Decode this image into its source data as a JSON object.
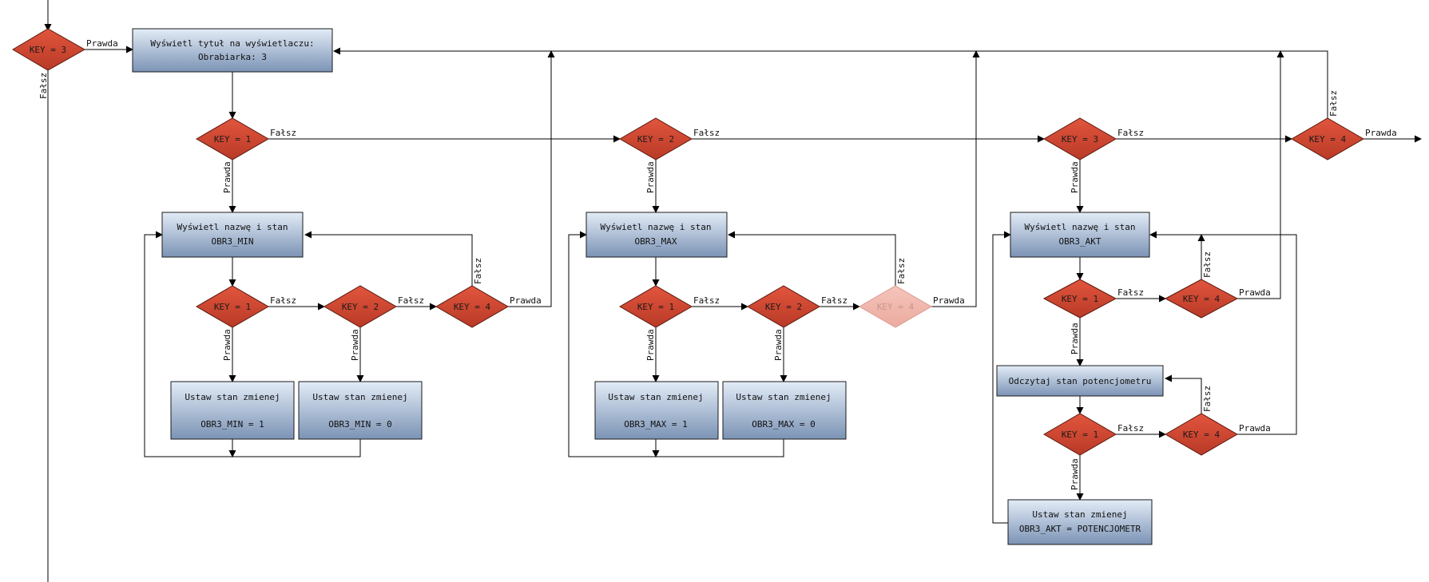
{
  "diagram": {
    "title_box": {
      "line1": "Wyświetl tytuł na wyświetlaczu:",
      "line2": "Obrabiarka: 3"
    },
    "entry": {
      "key3": "KEY = 3",
      "true": "Prawda",
      "false": "Fałsz"
    },
    "top_chain": {
      "key1": "KEY = 1",
      "key2": "KEY = 2",
      "key3": "KEY = 3",
      "key4": "KEY = 4"
    },
    "min_section": {
      "display_line1": "Wyświetl nazwę i stan",
      "display_line2": "OBR3_MIN",
      "key1": "KEY = 1",
      "key2": "KEY = 2",
      "key4": "KEY = 4",
      "set1_line1": "Ustaw stan zmienej",
      "set1_line2": "OBR3_MIN = 1",
      "set0_line1": "Ustaw stan zmienej",
      "set0_line2": "OBR3_MIN = 0"
    },
    "max_section": {
      "display_line1": "Wyświetl nazwę i stan",
      "display_line2": "OBR3_MAX",
      "key1": "KEY = 1",
      "key2": "KEY = 2",
      "key4": "KEY = 4",
      "set1_line1": "Ustaw stan zmienej",
      "set1_line2": "OBR3_MAX = 1",
      "set0_line1": "Ustaw stan zmienej",
      "set0_line2": "OBR3_MAX = 0"
    },
    "akt_section": {
      "display_line1": "Wyświetl nazwę i stan",
      "display_line2": "OBR3_AKT",
      "key1a": "KEY = 1",
      "key4a": "KEY = 4",
      "read_pot": "Odczytaj stan potencjometru",
      "key1b": "KEY = 1",
      "key4b": "KEY = 4",
      "set_line1": "Ustaw stan zmienej",
      "set_line2": "OBR3_AKT = POTENCJOMETR"
    },
    "edge_labels": {
      "true": "Prawda",
      "false": "Fałsz"
    },
    "colors": {
      "diamond": "#d84a35",
      "diamond_faded": "#f2b8ae",
      "box_top": "#dfe9f6",
      "box_bottom": "#7f97b8"
    }
  }
}
